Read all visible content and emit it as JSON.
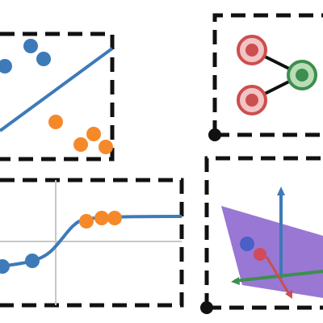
{
  "colors": {
    "frame": "#111111",
    "blue": "#3d7ab8",
    "orange": "#f5892a",
    "red": "#cc4e4e",
    "red_light": "#f2c4c4",
    "green": "#3d8f4f",
    "green_light": "#b9ddb6",
    "purple": "#7b4fbf",
    "grid": "#c8c8c8"
  },
  "panels": [
    {
      "name": "classification-panel",
      "icon": "scatter-classification-icon"
    },
    {
      "name": "graph-panel",
      "icon": "node-graph-icon"
    },
    {
      "name": "regression-panel",
      "icon": "sigmoid-regression-icon"
    },
    {
      "name": "embedding-3d-panel",
      "icon": "3d-embedding-icon"
    }
  ],
  "graph": {
    "nodes": [
      {
        "id": "A",
        "color": "red"
      },
      {
        "id": "B",
        "color": "red"
      },
      {
        "id": "C",
        "color": "green"
      }
    ],
    "edges": [
      [
        "A",
        "C"
      ],
      [
        "B",
        "C"
      ]
    ]
  }
}
